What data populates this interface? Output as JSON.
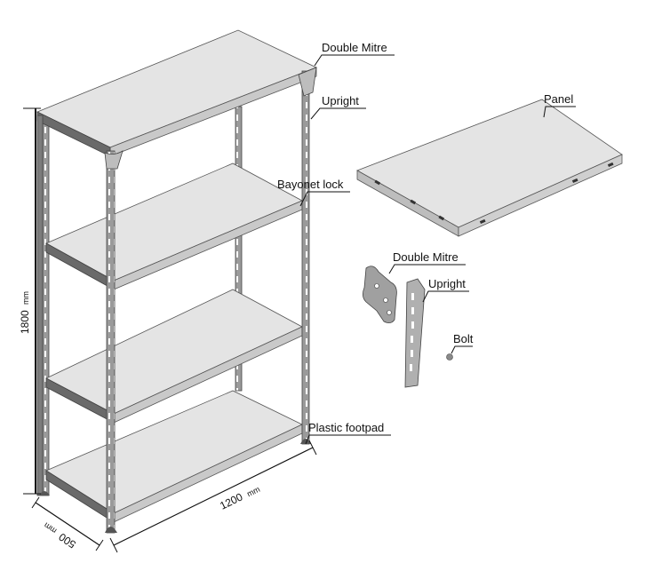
{
  "labels": {
    "double_mitre_top": "Double Mitre",
    "upright_top": "Upright",
    "bayonet_lock": "Bayonet lock",
    "plastic_footpad": "Plastic footpad",
    "panel": "Panel",
    "double_mitre_part": "Double Mitre",
    "upright_part": "Upright",
    "bolt": "Bolt"
  },
  "dimensions": {
    "height_value": "1800",
    "height_unit": "mm",
    "width_value": "1200",
    "width_unit": "mm",
    "depth_value": "500",
    "depth_unit": "mm"
  },
  "colors": {
    "shelf_top": "#e4e4e4",
    "shelf_front": "#c9c9c9",
    "upright": "#8e8e8e",
    "upright_dark": "#5a5a5a",
    "line": "#222222"
  }
}
